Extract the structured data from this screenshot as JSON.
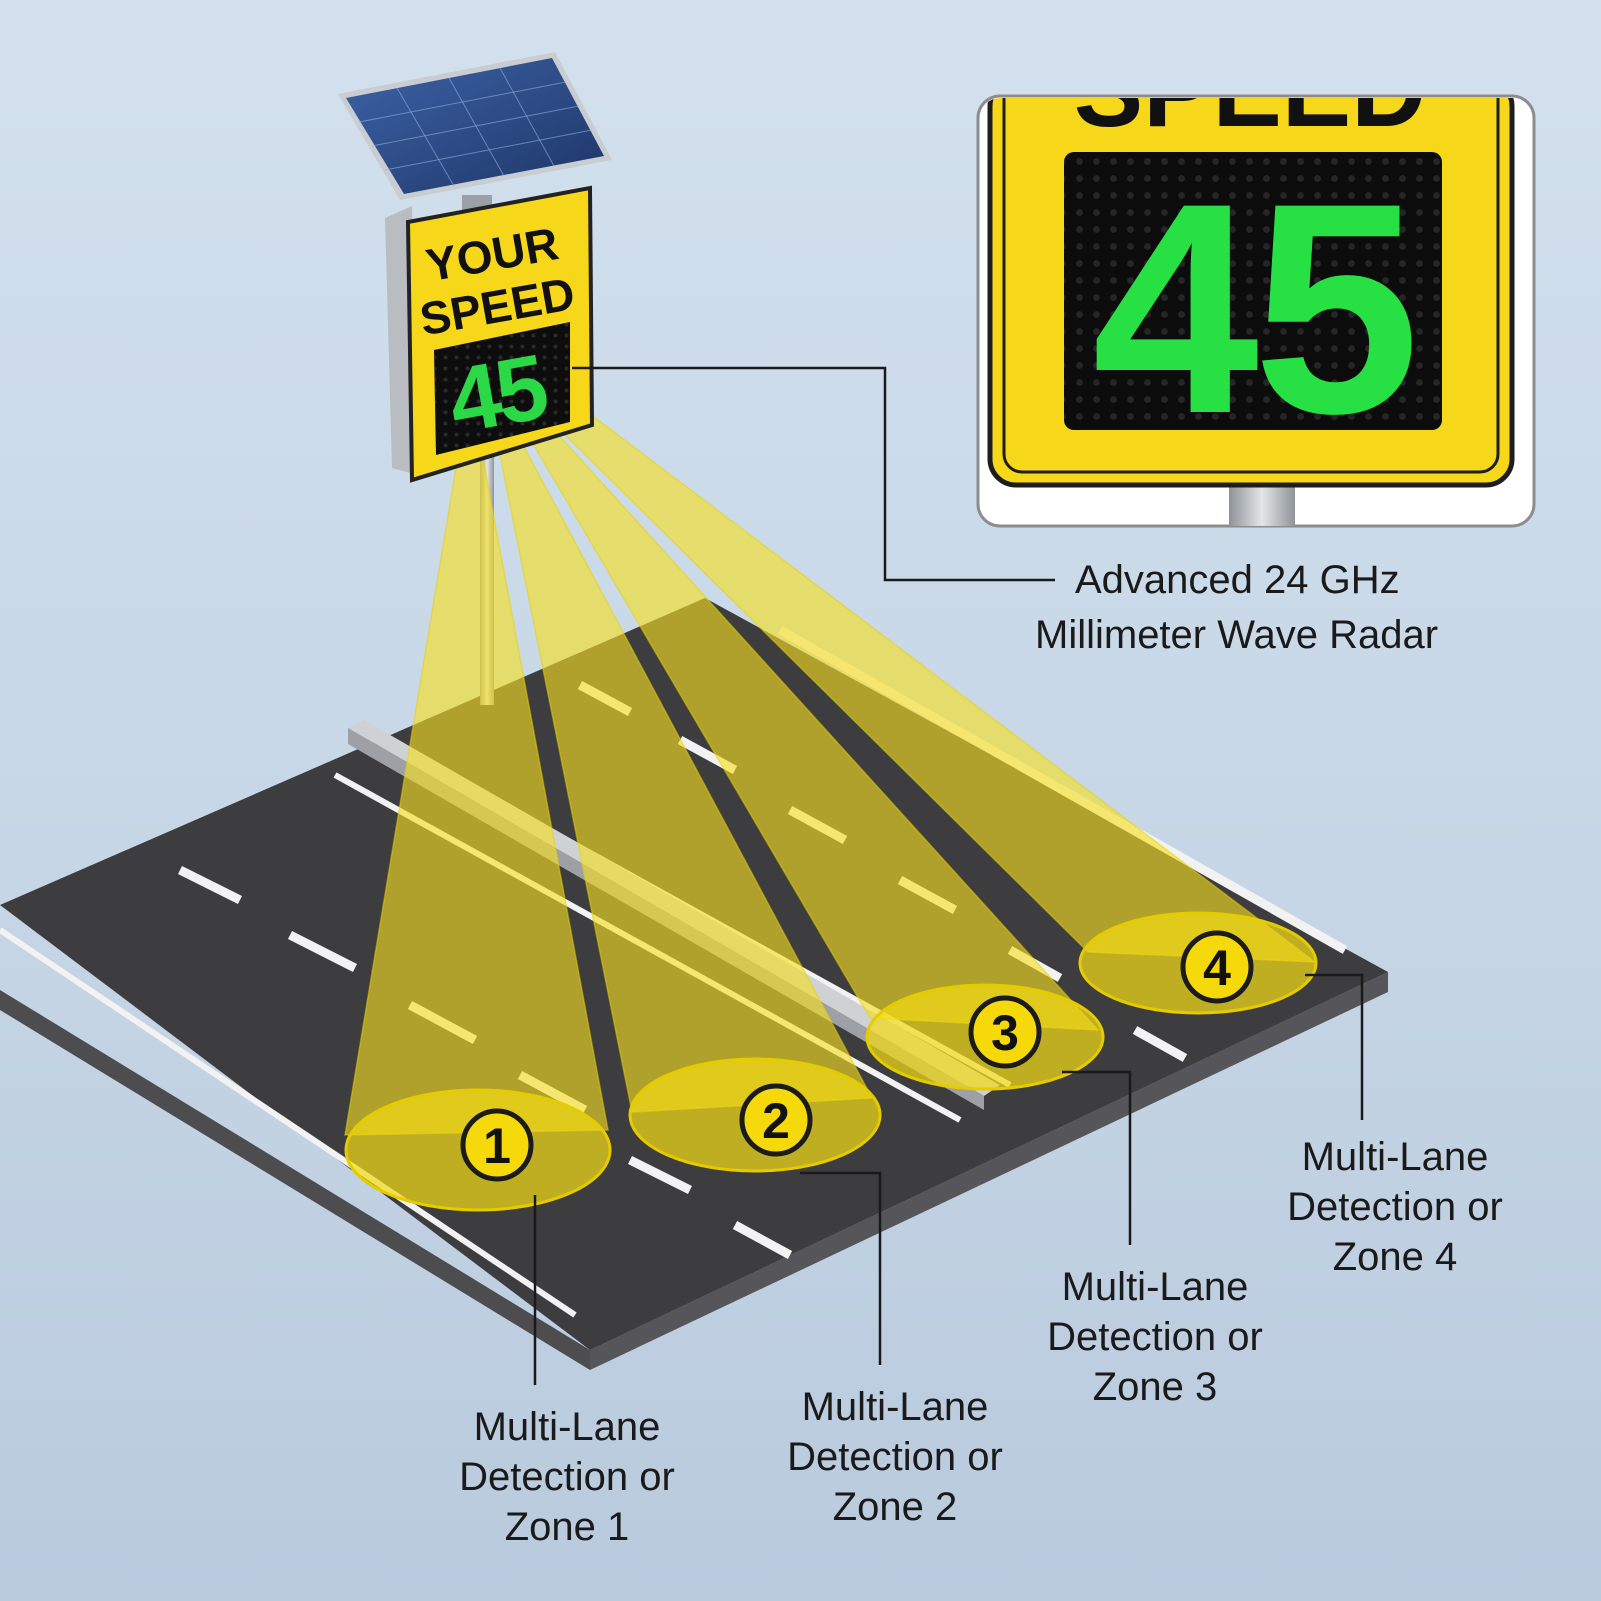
{
  "sign": {
    "line1": "YOUR",
    "line2": "SPEED",
    "speed": "45",
    "bezel_color": "#f7d71a",
    "led_color": "#22e03a"
  },
  "inset": {
    "partial_text": "SPEED",
    "speed": "45"
  },
  "radar_label": {
    "line1": "Advanced 24 GHz",
    "line2": "Millimeter Wave Radar"
  },
  "zones": [
    {
      "number": "1",
      "label_line1": "Multi-Lane",
      "label_line2": "Detection or",
      "label_line3": "Zone 1"
    },
    {
      "number": "2",
      "label_line1": "Multi-Lane",
      "label_line2": "Detection or",
      "label_line3": "Zone 2"
    },
    {
      "number": "3",
      "label_line1": "Multi-Lane",
      "label_line2": "Detection or",
      "label_line3": "Zone 3"
    },
    {
      "number": "4",
      "label_line1": "Multi-Lane",
      "label_line2": "Detection or",
      "label_line3": "Zone 4"
    }
  ],
  "colors": {
    "beam": "#f5df1e",
    "road": "#3d3d40",
    "background": "#cddcea"
  }
}
